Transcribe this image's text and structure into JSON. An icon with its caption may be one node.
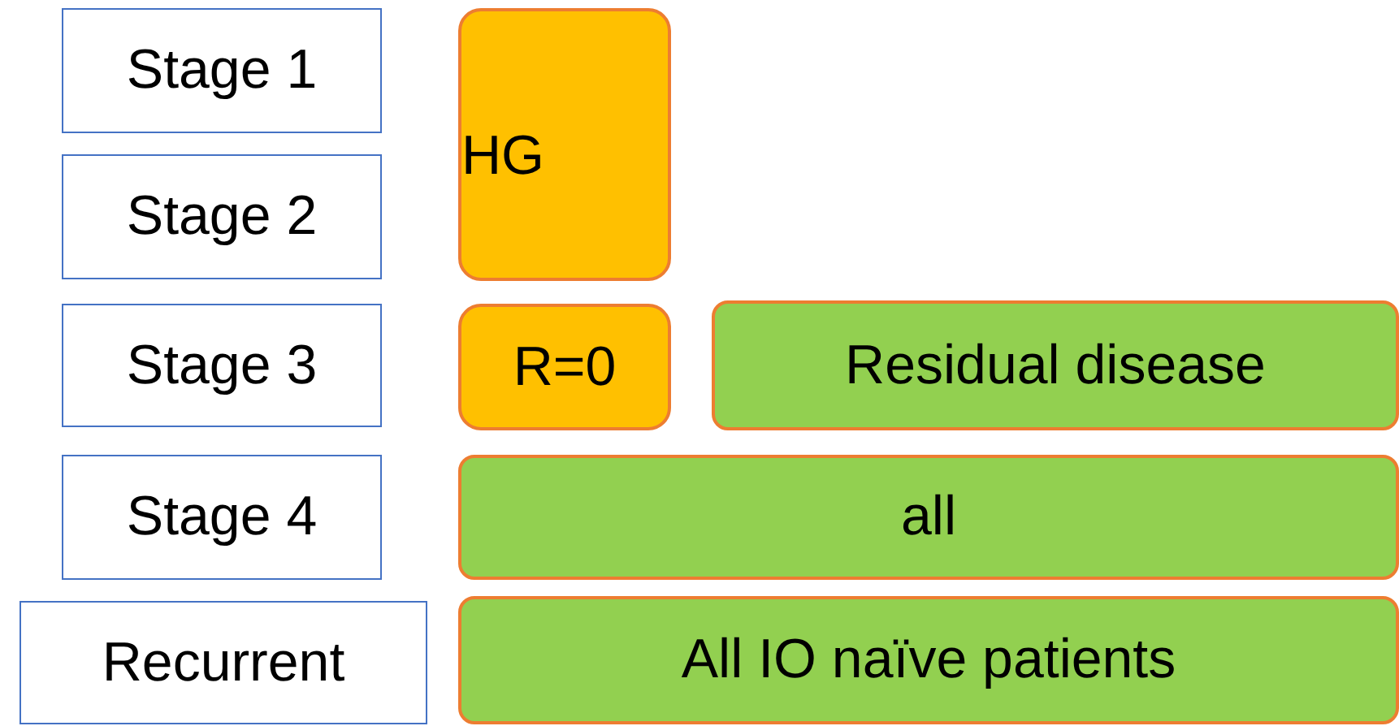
{
  "diagram": {
    "nodes": [
      {
        "text": [
          "Stage 1"
        ]
      },
      {
        "text": [
          "Stage 2"
        ]
      },
      {
        "text": [
          "Stage 3"
        ]
      },
      {
        "text": [
          "Stage 4"
        ]
      },
      {
        "text": [
          "Recurrent"
        ]
      },
      {
        "text": [
          "HG"
        ]
      },
      {
        "text": [
          "R=0"
        ]
      },
      {
        "text": [
          "Residual disease"
        ]
      },
      {
        "text": [
          "all"
        ]
      },
      {
        "text": [
          "All IO naïve patients"
        ]
      }
    ]
  }
}
